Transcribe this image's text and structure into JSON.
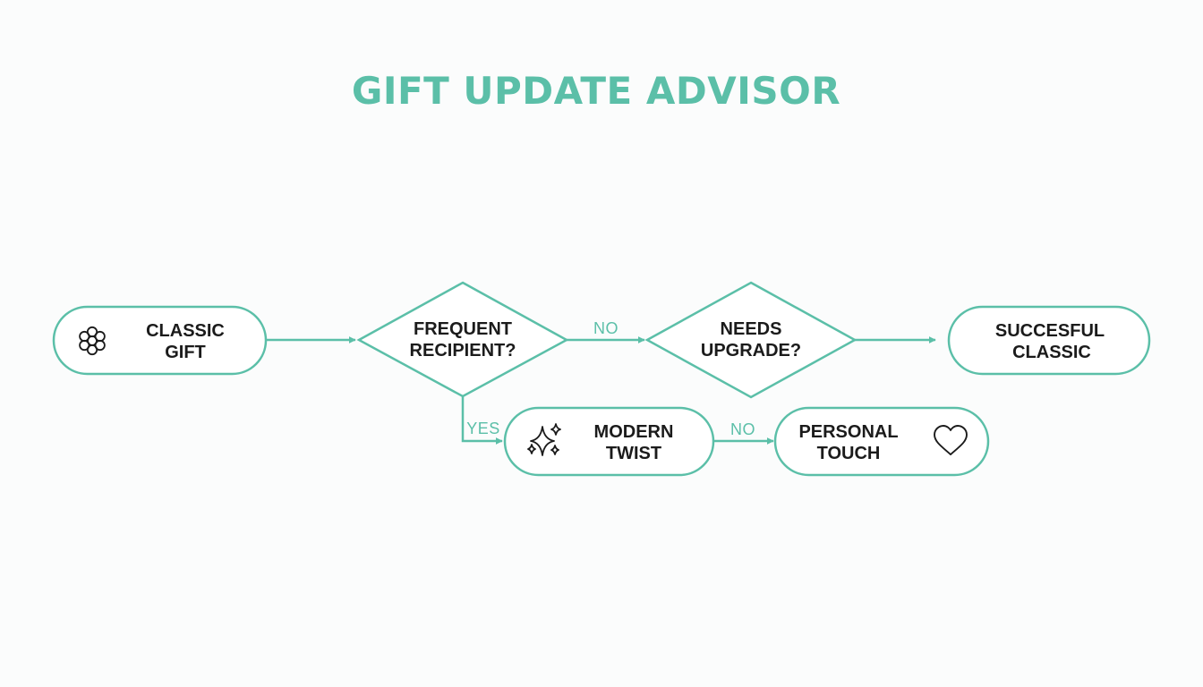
{
  "title": "GIFT UPDATE ADVISOR",
  "colors": {
    "accent": "#5bbfa8",
    "text": "#1b1b1b",
    "node_fill": "#ffffff",
    "background": "#fbfcfc"
  },
  "nodes": {
    "classic_gift": {
      "line1": "CLASSIC",
      "line2": "GIFT",
      "icon": "flower-icon"
    },
    "frequent_recipient": {
      "line1": "FREQUENT",
      "line2": "RECIPIENT?"
    },
    "needs_upgrade": {
      "line1": "NEEDS",
      "line2": "UPGRADE?"
    },
    "successful_classic": {
      "line1": "SUCCESFUL",
      "line2": "CLASSIC"
    },
    "modern_twist": {
      "line1": "MODERN",
      "line2": "TWIST",
      "icon": "sparkles-icon"
    },
    "personal_touch": {
      "line1": "PERSONAL",
      "line2": "TOUCH",
      "icon": "heart-icon"
    }
  },
  "edges": {
    "frequent_no": "NO",
    "frequent_yes": "YES",
    "modern_no": "NO"
  }
}
